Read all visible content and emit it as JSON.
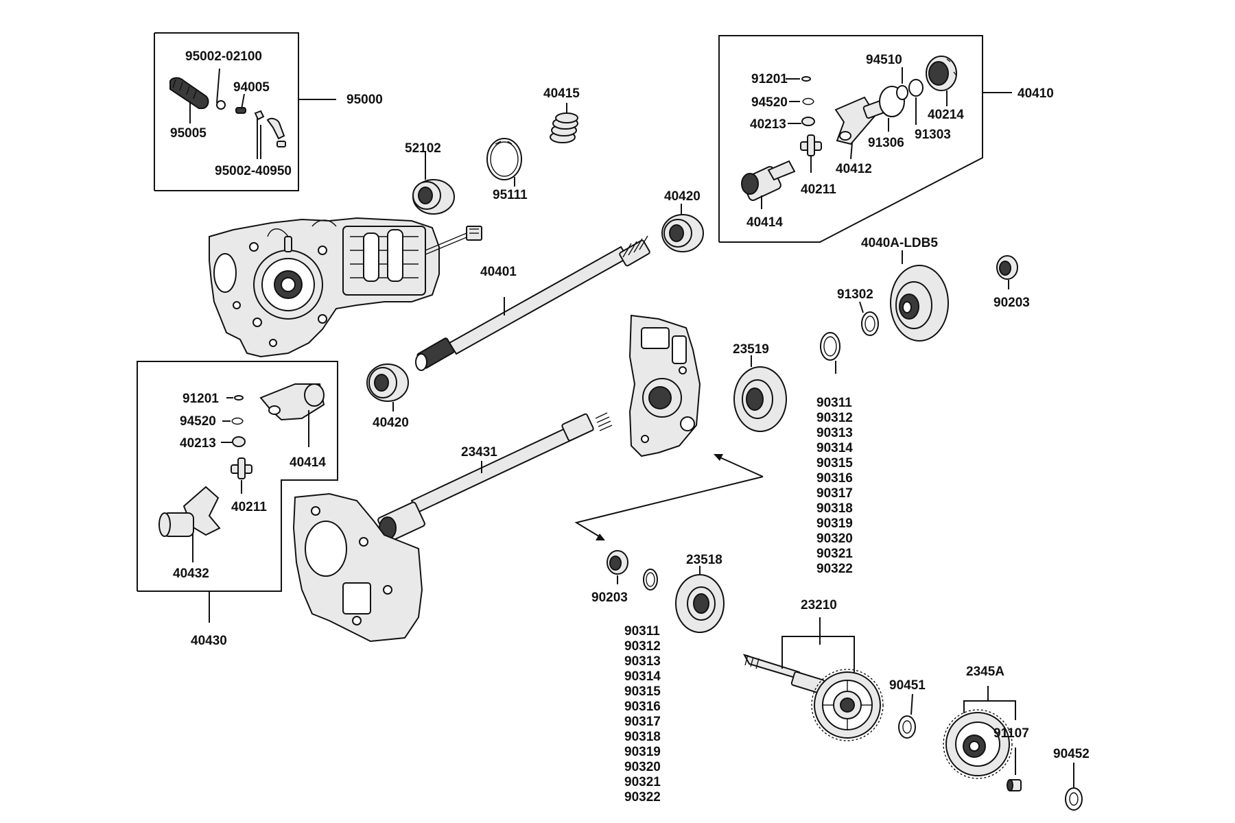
{
  "groups": {
    "breather": {
      "label": "95000",
      "parts": [
        "95002-02100",
        "94005",
        "95005",
        "95002-40950"
      ]
    },
    "front_joint": {
      "label": "40410",
      "parts": [
        "91201",
        "94520",
        "40213",
        "94510",
        "40214",
        "91306",
        "91303",
        "40412",
        "40211",
        "40414"
      ]
    },
    "rear_joint": {
      "label": "40430",
      "parts": [
        "91201",
        "94520",
        "40213",
        "40414",
        "40211",
        "40432"
      ]
    }
  },
  "parts": {
    "p95002_02100": "95002-02100",
    "p94005": "94005",
    "p95005": "95005",
    "p95002_40950": "95002-40950",
    "p95000": "95000",
    "p40415": "40415",
    "p52102": "52102",
    "p95111": "95111",
    "p40420_top": "40420",
    "p40401": "40401",
    "p40420_bottom": "40420",
    "p91201_r": "91201",
    "p94520_r": "94520",
    "p40213_r": "40213",
    "p94510": "94510",
    "p40214": "40214",
    "p40410": "40410",
    "p91306": "91306",
    "p91303": "91303",
    "p40412": "40412",
    "p40211_r": "40211",
    "p40414_r": "40414",
    "p4040A": "4040A-LDB5",
    "p90203_r": "90203",
    "p91302": "91302",
    "p23519": "23519",
    "p91201_l": "91201",
    "p94520_l": "94520",
    "p40213_l": "40213",
    "p40414_l": "40414",
    "p40211_l": "40211",
    "p40432": "40432",
    "p40430": "40430",
    "p23431": "23431",
    "p90203_l": "90203",
    "p23518": "23518",
    "p23210": "23210",
    "p90451": "90451",
    "p2345A": "2345A",
    "p91107": "91107",
    "p90452": "90452"
  },
  "shim_list_right": [
    "90311",
    "90312",
    "90313",
    "90314",
    "90315",
    "90316",
    "90317",
    "90318",
    "90319",
    "90320",
    "90321",
    "90322"
  ],
  "shim_list_left": [
    "90311",
    "90312",
    "90313",
    "90314",
    "90315",
    "90316",
    "90317",
    "90318",
    "90319",
    "90320",
    "90321",
    "90322"
  ]
}
